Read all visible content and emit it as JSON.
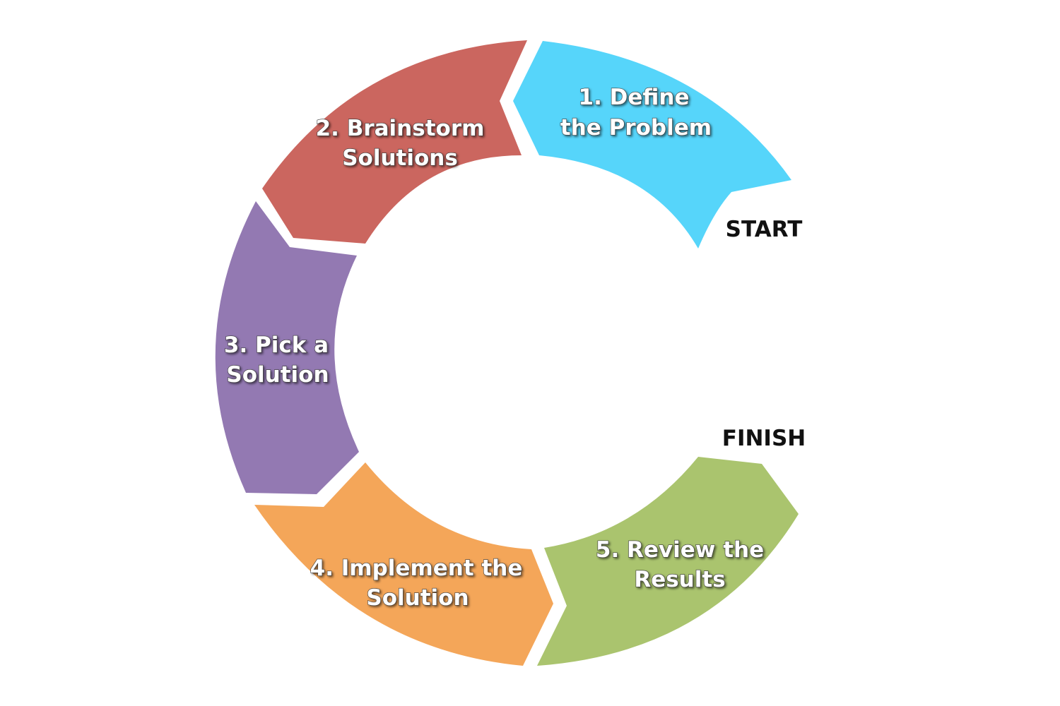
{
  "diagram": {
    "start_label": "START",
    "finish_label": "FINISH",
    "steps": [
      {
        "line1": "1. Define",
        "line2": "the Problem",
        "color": "#56D5FA"
      },
      {
        "line1": "2. Brainstorm",
        "line2": "Solutions",
        "color": "#CB665F"
      },
      {
        "line1": "3. Pick a",
        "line2": "Solution",
        "color": "#9379B2"
      },
      {
        "line1": "4. Implement the",
        "line2": "Solution",
        "color": "#F4A659"
      },
      {
        "line1": "5. Review the",
        "line2": "Results",
        "color": "#AAC46E"
      }
    ]
  }
}
